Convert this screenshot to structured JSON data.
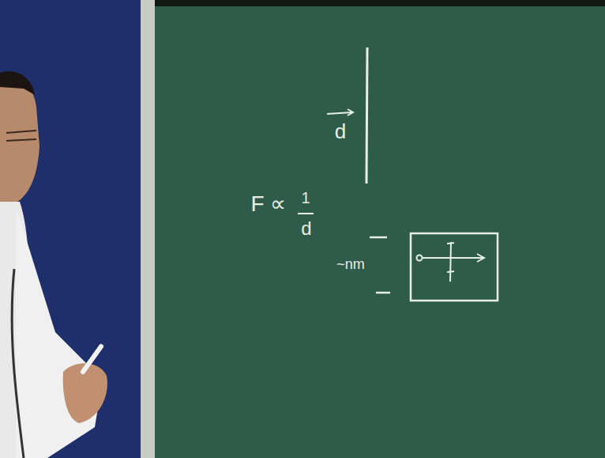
{
  "diagram": {
    "labels": [
      "d",
      "F ∝",
      "1",
      "d",
      "~nm"
    ]
  }
}
